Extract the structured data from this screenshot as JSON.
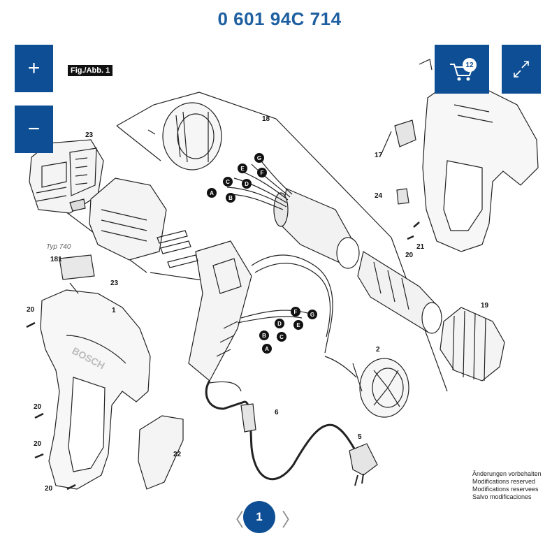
{
  "page_title": "0 601 94C 714",
  "controls": {
    "zoom_in_label": "+",
    "zoom_out_label": "−",
    "cart_count": "12"
  },
  "diagram": {
    "fig_label": "Fig./Abb. 1",
    "typ_label": "Typ  740",
    "brand": "BOSCH",
    "part_numbers": {
      "p1": "1",
      "p2": "2",
      "p5": "5",
      "p6": "6",
      "p17": "17",
      "p18": "18",
      "p19": "19",
      "p20a": "20",
      "p20b": "20",
      "p20c": "20",
      "p20d": "20",
      "p20e": "20",
      "p21": "21",
      "p22": "22",
      "p23a": "23",
      "p23b": "23",
      "p24": "24",
      "p181": "181"
    },
    "wire_letters": [
      "A",
      "B",
      "C",
      "D",
      "E",
      "F",
      "G"
    ],
    "notice_lines": [
      "Änderungen vorbehalten",
      "Modifications reserved",
      "Modifications reservees",
      "Salvo modificaciones"
    ]
  },
  "pagination": {
    "prev": "〈",
    "current_page": "1",
    "next": "〉"
  }
}
